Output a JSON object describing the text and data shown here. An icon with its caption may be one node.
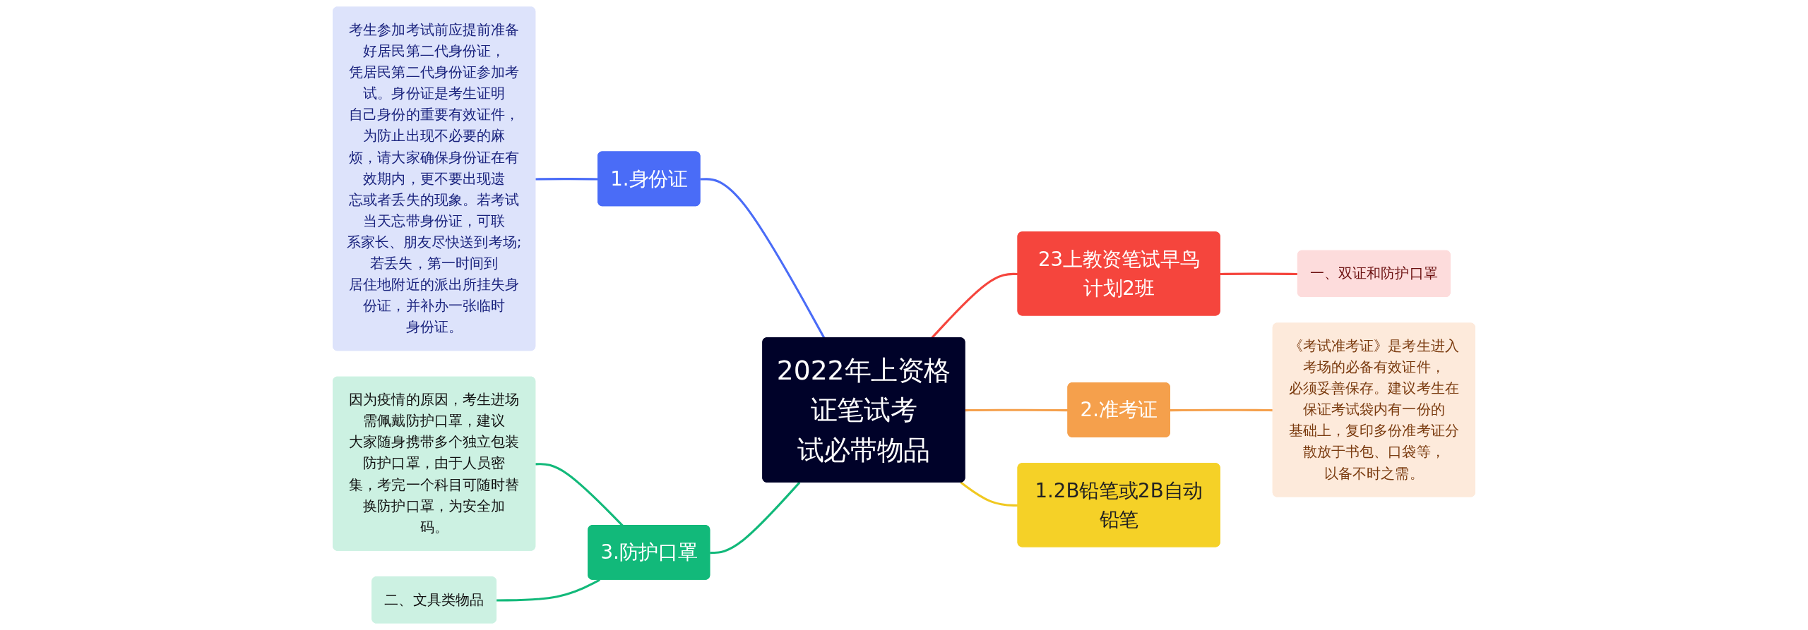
{
  "diagram": {
    "nodes": [
      {
        "text": [
          "2022年上资格证笔试考试必带物品"
        ]
      },
      {
        "text": [
          "1.身份证"
        ]
      },
      {
        "text": [
          "考生参加考试前应提前准备好居民第二代身份证，凭居民第二代身份证参加考试。身份证是考生证明自己身份的重要有效证件，为防止出现不必要的麻烦，请大家确保身份证在有效期内，更不要出现遗忘或者丢失的现象。若考试当天忘带身份证，可联系家长、朋友尽快送到考场;若丢失，第一时间到居住地附近的派出所挂失身份证，并补办一张临时身份证。"
        ]
      },
      {
        "text": [
          "3.防护口罩"
        ]
      },
      {
        "text": [
          "因为疫情的原因，考生进场需佩戴防护口罩，建议大家随身携带多个独立包装防护口罩，由于人员密集，考完一个科目可随时替换防护口罩，为安全加码。"
        ]
      },
      {
        "text": [
          "二、文具类物品"
        ]
      },
      {
        "text": [
          "23上教资笔试早鸟计划2班"
        ]
      },
      {
        "text": [
          "一、双证和防护口罩"
        ]
      },
      {
        "text": [
          "2.准考证"
        ]
      },
      {
        "text": [
          "《考试准考证》是考生进入考场的必备有效证件，必须妥善保存。建议考生在保证考试袋内有一份的基础上，复印多份准考证分散放于书包、口袋等，以备不时之需。"
        ]
      },
      {
        "text": [
          "1.2B铅笔或2B自动铅笔"
        ]
      }
    ],
    "edges": [
      {
        "from": 2,
        "to": 1,
        "arrow": "none",
        "color": "#4a6cf7"
      },
      {
        "from": 1,
        "to": 0,
        "arrow": "none",
        "color": "#4a6cf7"
      },
      {
        "from": 4,
        "to": 3,
        "arrow": "none",
        "color": "#12b97a"
      },
      {
        "from": 5,
        "to": 3,
        "arrow": "none",
        "color": "#12b97a"
      },
      {
        "from": 3,
        "to": 0,
        "arrow": "none",
        "color": "#12b97a"
      },
      {
        "from": 0,
        "to": 6,
        "arrow": "none",
        "color": "#f5453d"
      },
      {
        "from": 6,
        "to": 7,
        "arrow": "none",
        "color": "#f5453d"
      },
      {
        "from": 0,
        "to": 8,
        "arrow": "none",
        "color": "#f5a04c"
      },
      {
        "from": 8,
        "to": 9,
        "arrow": "none",
        "color": "#f5a04c"
      },
      {
        "from": 0,
        "to": 10,
        "arrow": "none",
        "color": "#f0c820"
      }
    ]
  }
}
